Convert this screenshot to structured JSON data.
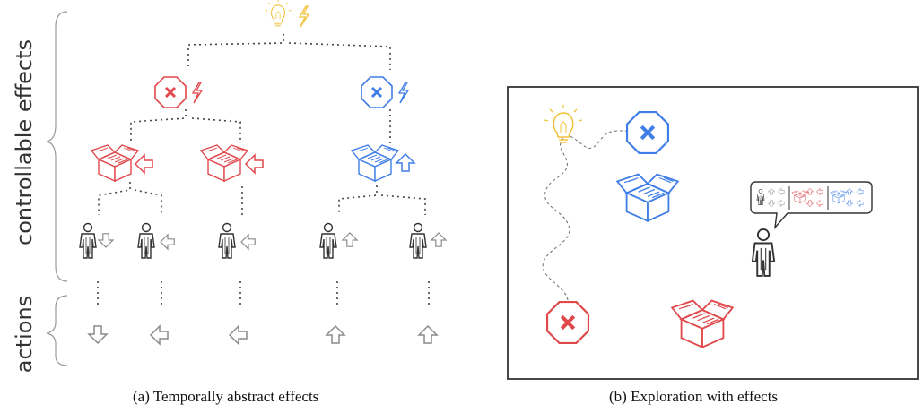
{
  "labels": {
    "controllable_effects": "controllable effects",
    "actions": "actions"
  },
  "captions": {
    "a": "(a) Temporally abstract effects",
    "b": "(b) Exploration with effects"
  },
  "colors": {
    "yellow": "#f0c23a",
    "red": "#e0484b",
    "blue": "#3f7ee6",
    "gray": "#8a8a8a",
    "dark": "#333333",
    "dots": "#444444"
  },
  "tree": {
    "root": {
      "icon": "lightbulb-icon",
      "effect": "lightning-icon",
      "color": "yellow"
    },
    "level1": [
      {
        "icon": "stop-sign-icon",
        "effect": "lightning-icon",
        "color": "red"
      },
      {
        "icon": "stop-sign-icon",
        "effect": "lightning-icon",
        "color": "blue"
      }
    ],
    "level2": [
      {
        "icon": "box-icon",
        "effect": "arrow-left-icon",
        "color": "red"
      },
      {
        "icon": "box-icon",
        "effect": "arrow-left-icon",
        "color": "red"
      },
      {
        "icon": "box-icon",
        "effect": "arrow-up-icon",
        "color": "blue"
      }
    ],
    "agents": [
      {
        "icon": "person-icon",
        "effect": "arrow-down-icon"
      },
      {
        "icon": "person-icon",
        "effect": "arrow-left-icon"
      },
      {
        "icon": "person-icon",
        "effect": "arrow-left-icon"
      },
      {
        "icon": "person-icon",
        "effect": "arrow-up-icon"
      },
      {
        "icon": "person-icon",
        "effect": "arrow-up-icon"
      }
    ],
    "actions": [
      "arrow-down-icon",
      "arrow-left-icon",
      "arrow-left-icon",
      "arrow-up-icon",
      "arrow-up-icon"
    ]
  },
  "scene": {
    "items": [
      "lightbulb-icon",
      "stop-sign-icon",
      "box-icon",
      "stop-sign-icon",
      "box-icon",
      "person-icon",
      "speech-bubble"
    ]
  }
}
